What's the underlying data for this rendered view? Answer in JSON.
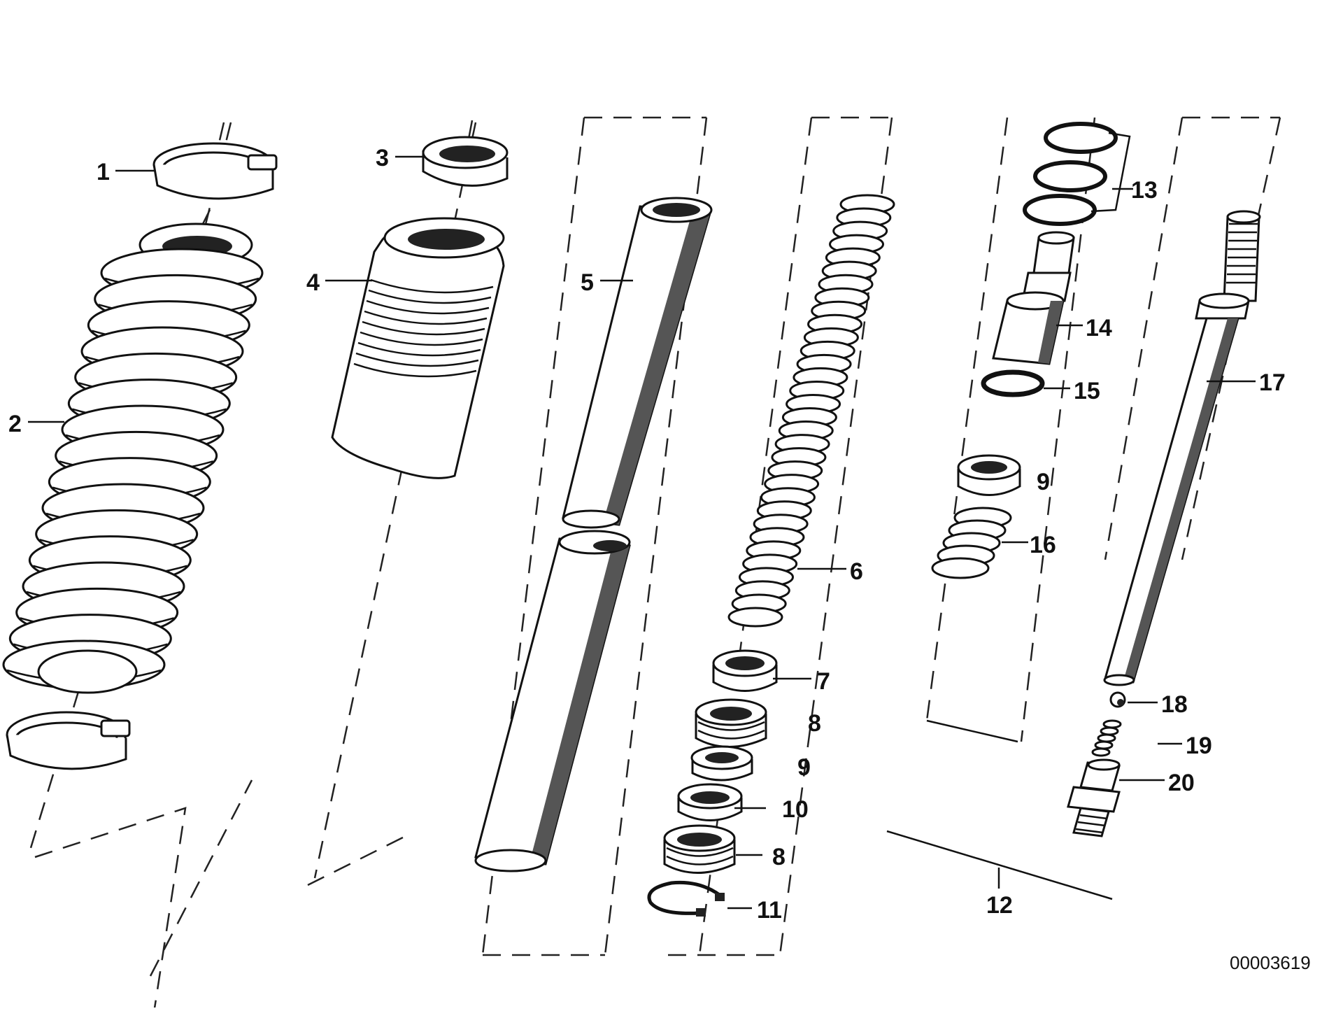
{
  "diagram": {
    "reference_number": "00003619",
    "callouts": [
      {
        "id": "c1",
        "text": "1"
      },
      {
        "id": "c2",
        "text": "2"
      },
      {
        "id": "c3",
        "text": "3"
      },
      {
        "id": "c4",
        "text": "4"
      },
      {
        "id": "c5",
        "text": "5"
      },
      {
        "id": "c6",
        "text": "6"
      },
      {
        "id": "c7",
        "text": "7"
      },
      {
        "id": "c8a",
        "text": "8"
      },
      {
        "id": "c9a",
        "text": "9"
      },
      {
        "id": "c10",
        "text": "10"
      },
      {
        "id": "c8b",
        "text": "8"
      },
      {
        "id": "c11",
        "text": "11"
      },
      {
        "id": "c12",
        "text": "12"
      },
      {
        "id": "c13",
        "text": "13"
      },
      {
        "id": "c14",
        "text": "14"
      },
      {
        "id": "c15",
        "text": "15"
      },
      {
        "id": "c9b",
        "text": "9"
      },
      {
        "id": "c16",
        "text": "16"
      },
      {
        "id": "c17",
        "text": "17"
      },
      {
        "id": "c18",
        "text": "18"
      },
      {
        "id": "c19",
        "text": "19"
      },
      {
        "id": "c20",
        "text": "20"
      }
    ]
  }
}
